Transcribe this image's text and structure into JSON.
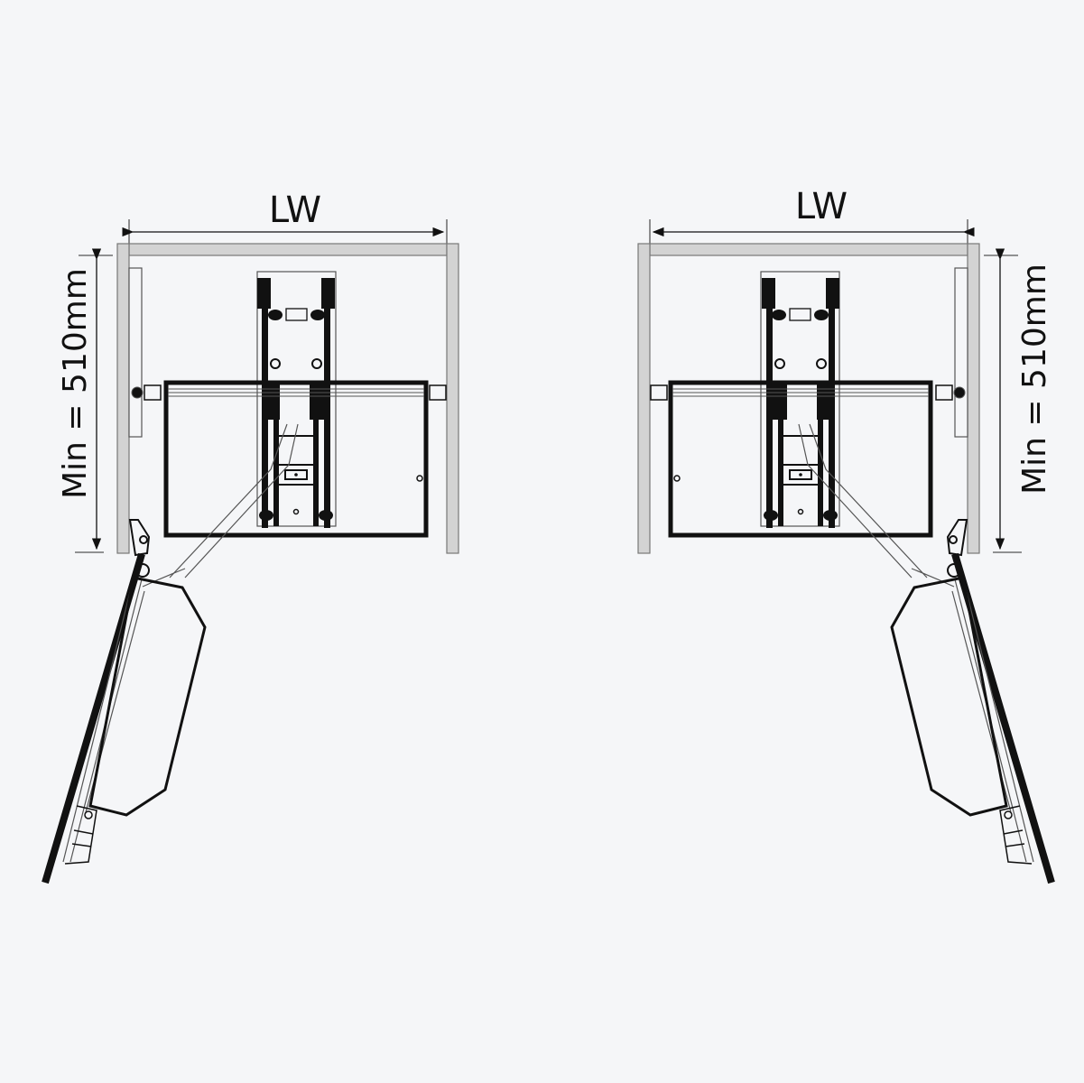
{
  "diagrams": [
    {
      "width_label": "LW",
      "height_label": "Min = 510mm",
      "orientation": "left-hinged"
    },
    {
      "width_label": "LW",
      "height_label": "Min = 510mm",
      "orientation": "right-hinged"
    }
  ],
  "colors": {
    "background": "#f5f6f8",
    "panel": "#d3d3d3",
    "line": "#111111"
  }
}
